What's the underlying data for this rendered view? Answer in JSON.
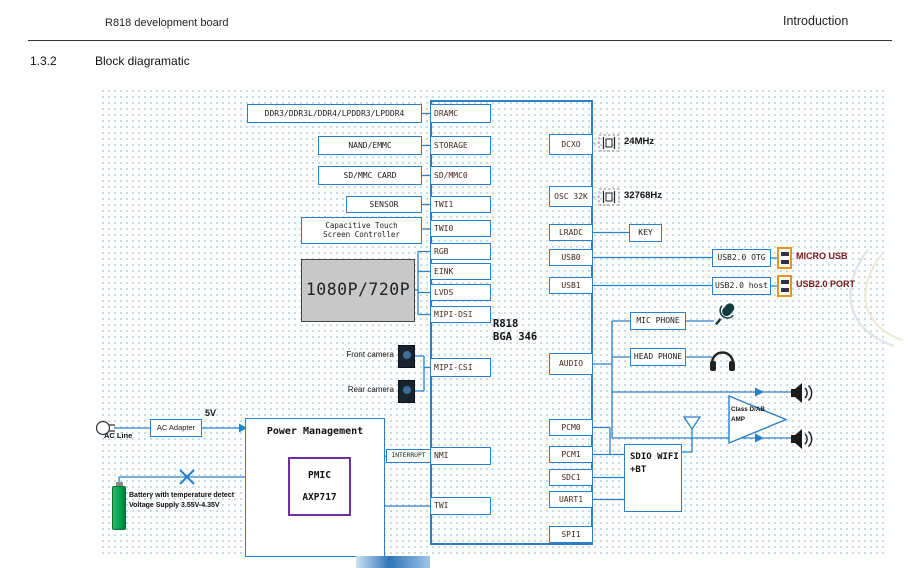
{
  "header": {
    "left": "R818 development board",
    "right": "Introduction"
  },
  "section": {
    "number": "1.3.2",
    "title": "Block diagramatic"
  },
  "chip": {
    "name": "R818\nBGA 346",
    "left_ports": {
      "dramc": "DRAMC",
      "storage": "STORAGE",
      "sdmmc0": "SD/MMC0",
      "twi1": "TWI1",
      "twi0": "TWI0",
      "rgb": "RGB",
      "eink": "EINK",
      "lvds": "LVDS",
      "mipi_dsi": "MIPI-DSI",
      "mipi_csi": "MIPI-CSI",
      "nmi": "NMI",
      "twi": "TWI"
    },
    "right_ports": {
      "dcxo": "DCXO",
      "osc32k": "OSC 32K",
      "lradc": "LRADC",
      "usb0": "USB0",
      "usb1": "USB1",
      "audio": "AUDIO",
      "pcm0": "PCM0",
      "pcm1": "PCM1",
      "sdc1": "SDC1",
      "uart1": "UART1",
      "spi1": "SPI1"
    }
  },
  "left_peripherals": {
    "ddr": "DDR3/DDR3L/DDR4/LPDDR3/LPDDR4",
    "nand": "NAND/EMMC",
    "sd_card": "SD/MMC CARD",
    "sensor": "SENSOR",
    "touch": "Capacitive Touch\nScreen Controller",
    "display": "1080P/720P",
    "front_camera": "Front camera",
    "rear_camera": "Rear camera"
  },
  "right_peripherals": {
    "xtal24": "24MHz",
    "xtal32": "32768Hz",
    "key": "KEY",
    "usb_otg": "USB2.0 OTG",
    "usb_host": "USB2.0 host",
    "micro_usb": "MICRO USB",
    "usb_port": "USB2.0 PORT",
    "mic": "MIC PHONE",
    "headphone": "HEAD PHONE",
    "amp": "Class D/AB\nAMP",
    "sdio": "SDIO WIFI\n+BT"
  },
  "power": {
    "ac_line": "AC Line",
    "ac_adapter": "AC Adapter",
    "rail": "5V",
    "pm_title": "Power Management",
    "pmic": "PMIC",
    "pmic_model": "AXP717",
    "interrupt": "INTERRUPT",
    "battery": "Battery with temperature detect\nVoltage Supply 3.55V-4.35V"
  },
  "icons": {
    "plug": "ac-plug-icon",
    "battery": "battery-icon",
    "camera": "camera-image",
    "crystal": "crystal-icon",
    "usb_connector": "usb-connector-icon",
    "microphone": "microphone-icon",
    "headphone": "headphone-icon",
    "speaker": "speaker-icon",
    "antenna": "wifi-antenna-icon",
    "amplifier": "amp-triangle",
    "disconnect": "battery-disconnect-x"
  },
  "colors": {
    "line_blue": "#2a7fc9",
    "connector_orange": "#e8941a",
    "pmic_purple": "#7030a0",
    "battery_green": "#00a651",
    "label_maroon": "#7b1513",
    "display_gray": "#c8c8c8"
  }
}
